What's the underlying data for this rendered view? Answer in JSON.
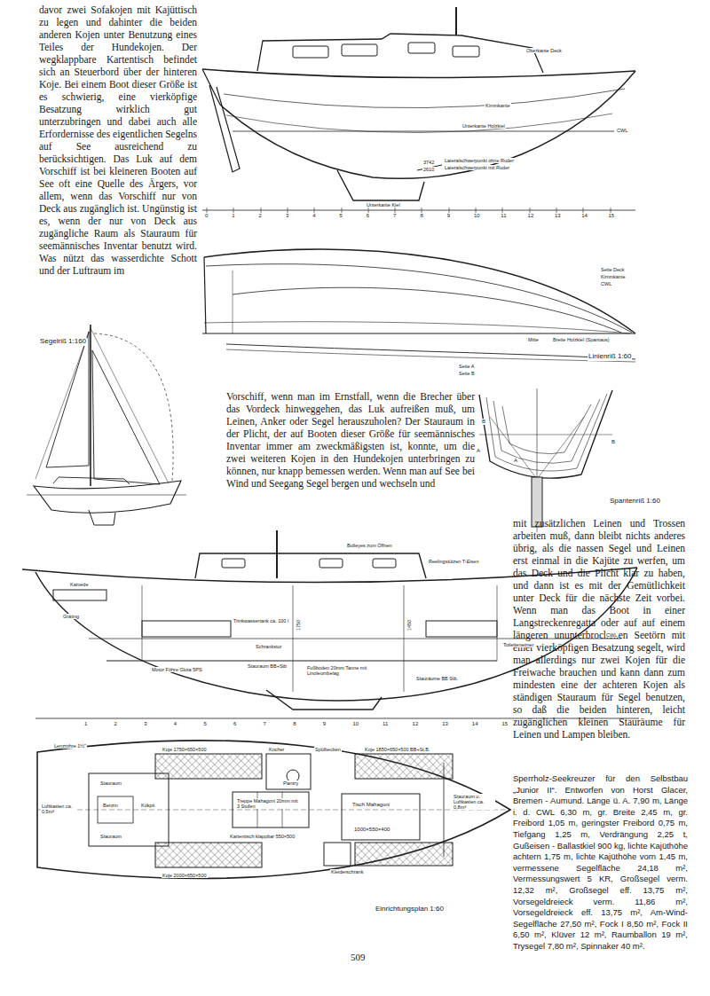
{
  "diagram": {
    "caption": "Sperrholz-Seekreuzer für den Selbstbau „Junior II“. Entworfen von Horst Glacer, Bremen - Aumund. Länge ü. A. 7,90 m, Länge i. d. CWL 6,30 m, gr. Breite 2,45 m, gr. Freibord 1,05 m, geringster Freibord 0,75 m, Tiefgang 1,25 m, Verdrängung 2,25 t, Gußeisen - Ballastkiel 900 kg, lichte Kajüthöhe achtern 1,75 m, lichte Kajüthöhe vorn 1,45 m, vermessene Segelfläche 24,18 m², Vermessungswert 5 KR, Großsegel verm. 12,32 m², Großsegel eff. 13,75 m², Vorsegeldreieck verm. 11,86 m², Vorsegeldreieck eff. 13,75 m², Am-Wind-Segelfläche 27,50 m², Fock I 8,50 m², Fock II 6,50 m², Klüver 12 m², Raumballon 19 m², Trysegel 7,80 m², Spinnaker 40 m².",
    "labels": [
      "davor zwei Sofakojen mit Kajüttisch zu legen und dahinter die beiden anderen Kojen unter Benutzung eines Teiles der Hundekojen. Der wegklappbare Kartentisch befindet sich an Steuerbord über der hinteren Koje. Bei einem Boot dieser Größe ist es schwierig, eine vierköpfige Besatzung wirklich gut unterzubringen und dabei auch alle Erfordernisse des eigentlichen Segelns auf See ausreichend zu berücksichtigen. Das Luk auf dem Vorschiff ist bei kleineren Booten auf See oft eine Quelle des Ärgers, vor allem, wenn das Vorschiff nur von Deck aus zugänglich ist. Ungünstig ist es, wenn der nur von Deck aus zugängliche Raum als Stauraum für seemännisches Inventar benutzt wird. Was nützt das wasserdichte Schott und der Luftraum im",
      "Vorschiff, wenn man im Ernstfall, wenn die Brecher über das Vordeck hinweggehen, das Luk aufreißen muß, um Leinen, Anker oder Segel herauszuholen? Der Stauraum in der Plicht, der auf Booten dieser Größe für seemännisches Inventar immer am zweckmäßigsten ist, konnte, um die zwei weiteren Kojen in den Hundekojen unterbringen zu können, nur knapp bemessen werden. Wenn man auf See bei Wind und Seegang Segel bergen und wechseln und",
      "mit zusätzlichen Leinen und Trossen arbeiten muß, dann bleibt nichts anderes übrig, als die nassen Segel und Leinen erst einmal in die Kajüte zu werfen, um das Deck und die Plicht klar zu haben, und dann ist es mit der Gemütlichkeit unter Deck für die nächste Zeit vorbei. Wenn man das Boot in einer Langstreckenregatta oder auf auf einem längeren ununterbrochenen Seetörn mit einer vierköpfigen Besatzung segelt, wird man allerdings nur zwei Kojen für die Freiwache brauchen und kann dann zum mindesten eine der achteren Kojen als ständigen Stauraum für Segel benutzen, so daß die beiden hinteren, leicht zugänglichen kleinen Stauräume für Leinen und Lampen bleiben.",
      "Segelriß 1:160",
      "Linienriß 1:60",
      "Spantenriß 1:60",
      "Einrichtungsplan 1:60",
      "509",
      "Oberkante Deck",
      "Kimmkante",
      "CWL",
      "Unterkante Holzkiel",
      "3742",
      "2610",
      "Lateralschwerpunkt ohne Ruder",
      "Lateralschwerpunkt mit Ruder",
      "Unterkante Kiel",
      "0",
      "1",
      "2",
      "3",
      "4",
      "5",
      "6",
      "7",
      "8",
      "9",
      "10",
      "11",
      "12",
      "13",
      "14",
      "15",
      "Seite Deck",
      "Kimmkante",
      "CWL",
      "Mitte",
      "Breite Holzkiel (Spantaus)",
      "Seite A",
      "Seite B",
      "B",
      "A",
      "A",
      "B",
      "Bulleyes zum Öffnen",
      "Reelingstützen T-Eisen",
      "Kamede",
      "Gräting",
      "Trinkwassertank ca. 100 l",
      "Schrankstur",
      "1750",
      "1450",
      "Stauraum BB+Stb",
      "Fußboden 20mm Tanne mit Linoleumbelag",
      "Motor Föhre Glota 5PS",
      "Stauräume BB Stb.",
      "Toiletteneimer",
      "CWL",
      "1",
      "2",
      "3",
      "4",
      "5",
      "6",
      "7",
      "8",
      "9",
      "10",
      "11",
      "12",
      "13",
      "14",
      "15",
      "Lenzrohre 1½\"",
      "Koje 1750×650×500",
      "Kocher",
      "Spülbecken",
      "Pantry",
      "Koje 1850×650×500 BB+St.B.",
      "Stauraum",
      "Benzin",
      "Kokpit",
      "Luftkasten ca. 0,5m³",
      "Stauraum",
      "Treppe Mahagoni 20mm mit 3 Stufen",
      "Tisch Mahagoni",
      "1000×550×400",
      "Kleiderschrank",
      "Koje 2000×650×500",
      "Kartentisch klappbar 550×500",
      "Stauraum u. Luftkasten ca. 0,8m³"
    ]
  }
}
